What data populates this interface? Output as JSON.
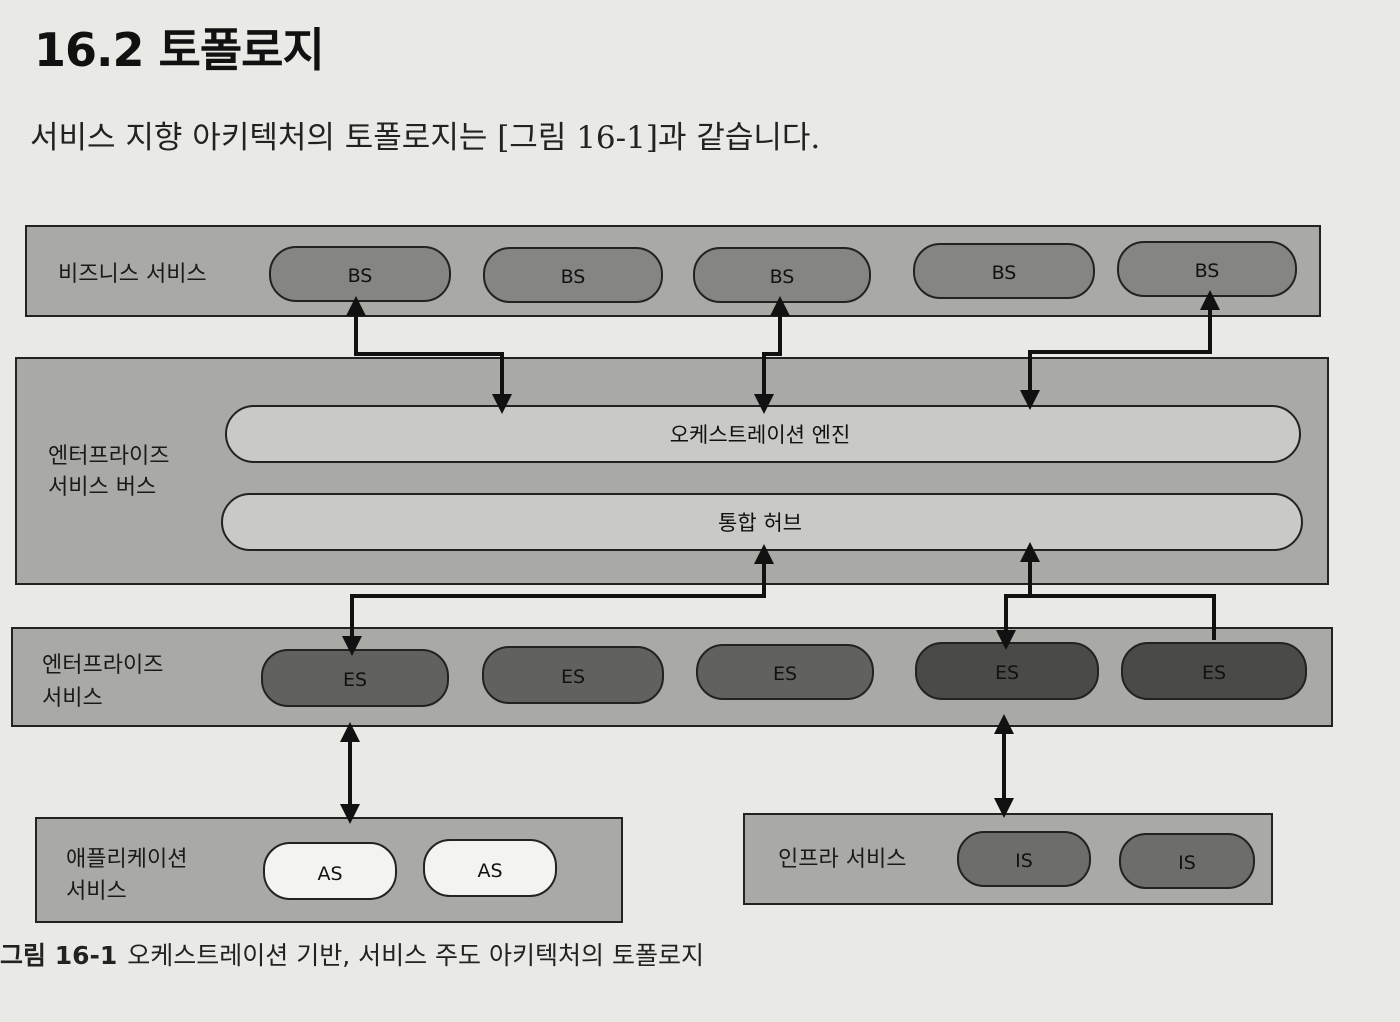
{
  "section_title": "16.2 토폴로지",
  "intro_text": "서비스 지향 아키텍처의 토폴로지는 [그림 16-1]과 같습니다.",
  "caption": {
    "figure_number": "그림 16-1",
    "text": "오케스트레이션 기반, 서비스 주도 아키텍처의 토폴로지"
  },
  "diagram": {
    "business_layer": {
      "label": "비즈니스 서비스",
      "services": [
        "BS",
        "BS",
        "BS",
        "BS",
        "BS"
      ]
    },
    "esb_layer": {
      "label_line1": "엔터프라이즈",
      "label_line2": "서비스 버스",
      "orchestration_engine": "오케스트레이션 엔진",
      "integration_hub": "통합 허브"
    },
    "enterprise_layer": {
      "label_line1": "엔터프라이즈",
      "label_line2": "서비스",
      "services": [
        "ES",
        "ES",
        "ES",
        "ES",
        "ES"
      ]
    },
    "application_layer": {
      "label_line1": "애플리케이션",
      "label_line2": "서비스",
      "services": [
        "AS",
        "AS"
      ]
    },
    "infrastructure_layer": {
      "label": "인프라 서비스",
      "services": [
        "IS",
        "IS"
      ]
    },
    "colors": {
      "layer_fill": "#a9a9a6",
      "bs_fill": "#858583",
      "es_fill": "#616160",
      "es_dark_fill": "#4a4a49",
      "as_fill": "#f3f3f1",
      "is_fill": "#6d6d6b",
      "bus_fill": "#c9c9c6"
    }
  }
}
